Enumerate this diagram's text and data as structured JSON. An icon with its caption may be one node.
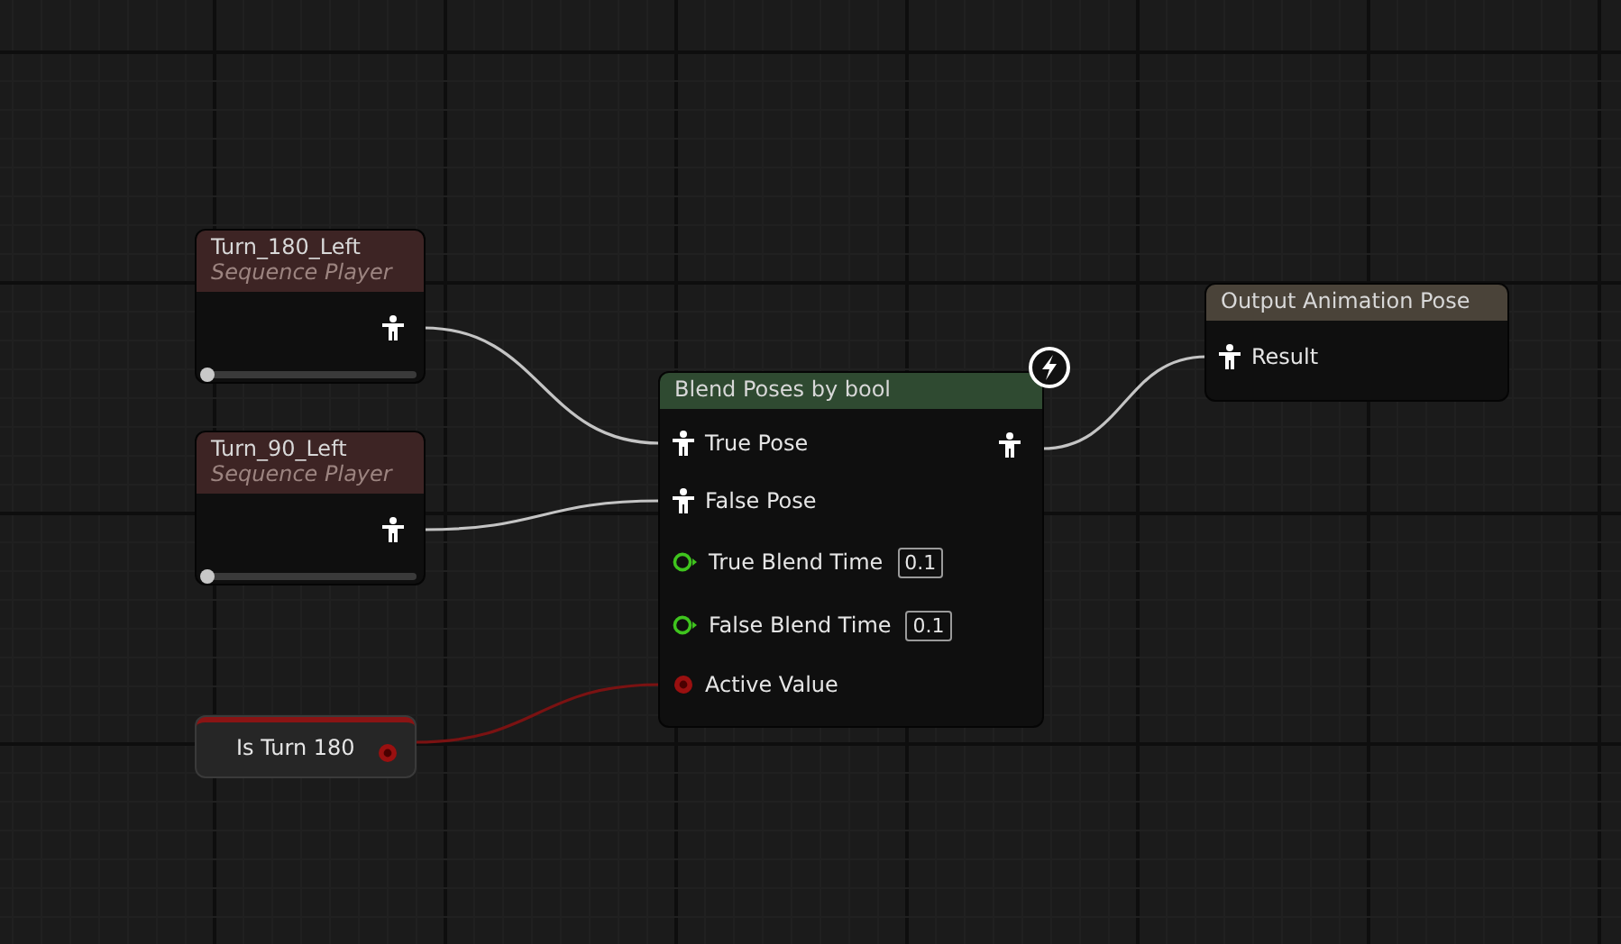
{
  "diagram": {
    "nodes": [
      {
        "text": [
          "Turn_180_Left",
          "Sequence Player"
        ]
      },
      {
        "text": [
          "Turn_90_Left",
          "Sequence Player"
        ]
      },
      {
        "text": [
          "Is Turn 180"
        ]
      },
      {
        "text": [
          "Blend Poses by bool"
        ]
      },
      {
        "text": [
          "True Pose"
        ],
        "in": 3
      },
      {
        "text": [
          "False Pose"
        ],
        "in": 3
      },
      {
        "text": [
          "True Blend Time",
          "0.1"
        ],
        "in": 3
      },
      {
        "text": [
          "False Blend Time",
          "0.1"
        ],
        "in": 3
      },
      {
        "text": [
          "Active Value"
        ],
        "in": 3
      },
      {
        "text": [
          "Output Animation Pose"
        ]
      },
      {
        "text": [
          "Result"
        ],
        "in": 9
      }
    ],
    "edges": [
      {
        "from": 0,
        "to": 4,
        "arrow": "none"
      },
      {
        "from": 1,
        "to": 5,
        "arrow": "none"
      },
      {
        "from": 2,
        "to": 8,
        "arrow": "none",
        "color": "#7a1212"
      },
      {
        "from": 3,
        "to": 10,
        "arrow": "none"
      }
    ]
  }
}
